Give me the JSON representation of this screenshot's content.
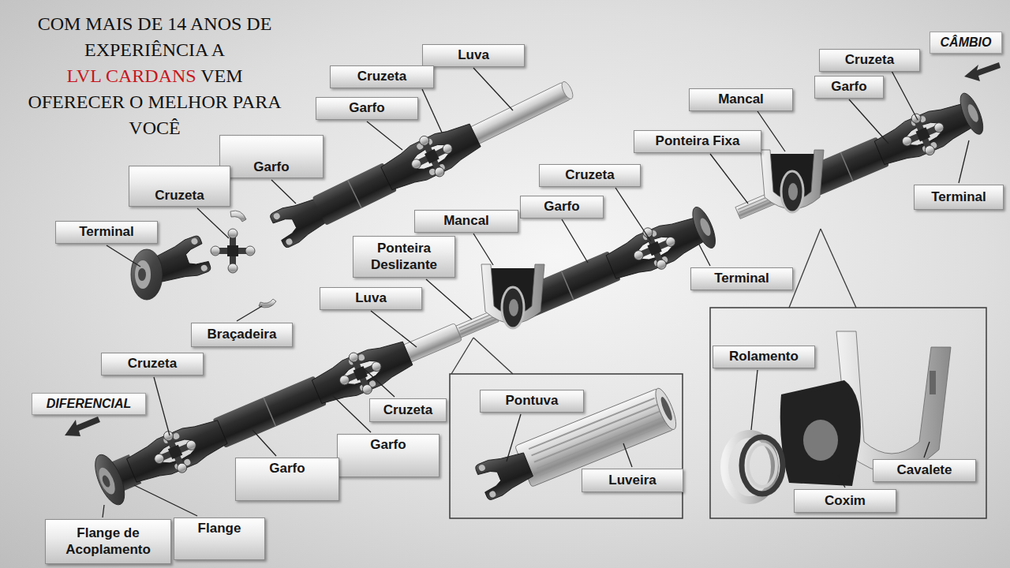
{
  "diagram": {
    "title": "COM MAIS DE 14 ANOS DE EXPERIÊNCIA A LVL CARDANS VEM OFERECER O MELHOR PARA VOCÊ",
    "nodes": [
      {
        "text": [
          "CÂMBIO"
        ]
      },
      {
        "text": [
          "Luva"
        ]
      },
      {
        "text": [
          "Cruzeta"
        ]
      },
      {
        "text": [
          "Cruzeta"
        ]
      },
      {
        "text": [
          "Garfo"
        ]
      },
      {
        "text": [
          "Mancal"
        ]
      },
      {
        "text": [
          "Garfo"
        ]
      },
      {
        "text": [
          "Ponteira Fixa"
        ]
      },
      {
        "text": [
          "Garfo"
        ]
      },
      {
        "text": [
          "Cruzeta"
        ]
      },
      {
        "text": [
          "Cruzeta"
        ]
      },
      {
        "text": [
          "Terminal"
        ]
      },
      {
        "text": [
          "Garfo"
        ]
      },
      {
        "text": [
          "Mancal"
        ]
      },
      {
        "text": [
          "Terminal"
        ]
      },
      {
        "text": [
          "Ponteira Deslizante"
        ]
      },
      {
        "text": [
          "Terminal"
        ]
      },
      {
        "text": [
          "Luva"
        ]
      },
      {
        "text": [
          "Braçadeira"
        ]
      },
      {
        "text": [
          "Rolamento"
        ]
      },
      {
        "text": [
          "Cruzeta"
        ]
      },
      {
        "text": [
          "DIFERENCIAL"
        ]
      },
      {
        "text": [
          "Pontuva"
        ]
      },
      {
        "text": [
          "Cruzeta"
        ]
      },
      {
        "text": [
          "Garfo"
        ]
      },
      {
        "text": [
          "Garfo"
        ]
      },
      {
        "text": [
          "Cavalete"
        ]
      },
      {
        "text": [
          "Luveira"
        ]
      },
      {
        "text": [
          "Coxim"
        ]
      },
      {
        "text": [
          "Flange de Acoplamento"
        ]
      },
      {
        "text": [
          "Flange"
        ]
      }
    ]
  }
}
